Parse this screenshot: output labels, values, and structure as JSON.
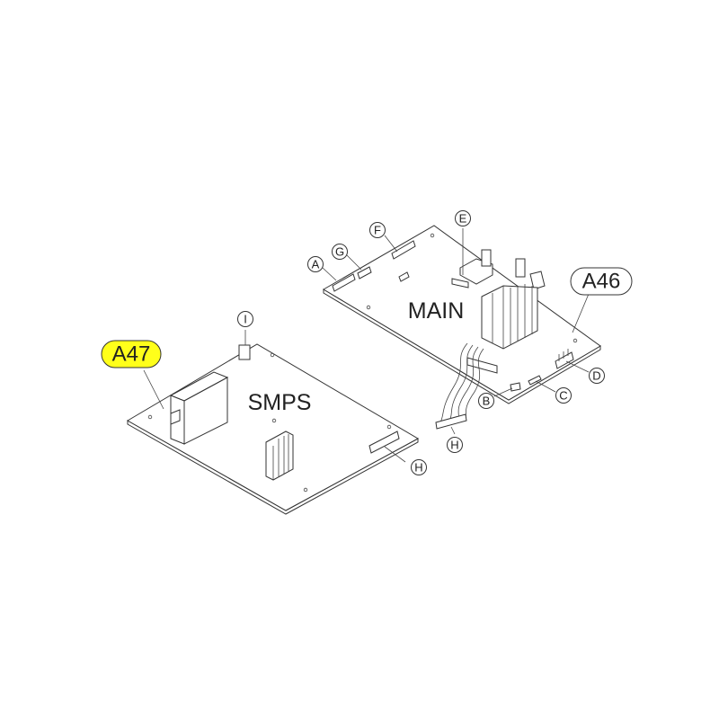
{
  "boards": {
    "main": {
      "label": "MAIN",
      "part": "A46"
    },
    "smps": {
      "label": "SMPS",
      "part": "A47"
    }
  },
  "callouts": {
    "a": "A",
    "b": "B",
    "c": "C",
    "d": "D",
    "e": "E",
    "f": "F",
    "g": "G",
    "h_cable": "H",
    "h_smps": "H",
    "i": "I"
  },
  "colors": {
    "highlight": "#ffff1a",
    "line": "#333333"
  }
}
